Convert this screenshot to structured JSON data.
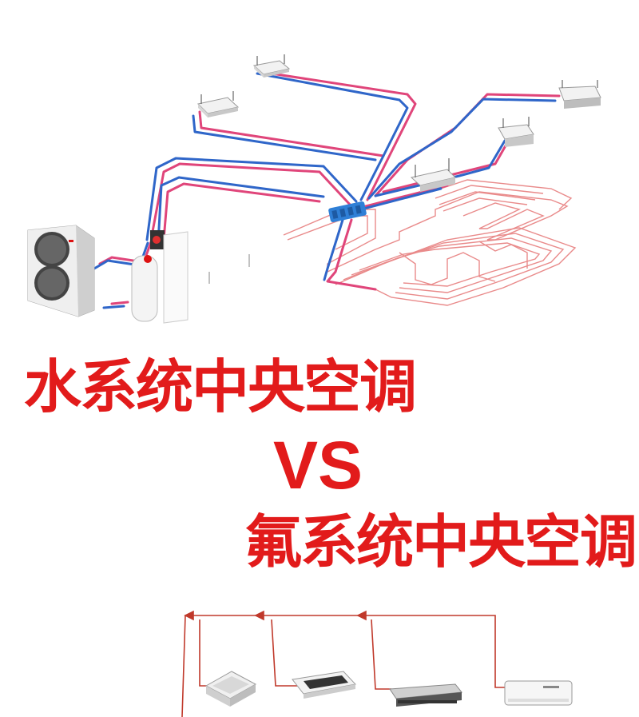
{
  "titles": {
    "water_system": "水系统中央空调",
    "vs": "VS",
    "fluorine_system": "氟系统中央空调"
  },
  "colors": {
    "title_red": "#e21b1b",
    "hot_pipe": "#e0457a",
    "cold_pipe": "#2f66c9",
    "floor_heating": "#e98a8a",
    "refrigerant_line": "#c0392b",
    "manifold": "#2f7fd6"
  },
  "icons": {
    "outdoor_unit": "outdoor-unit-icon",
    "water_tank": "water-tank-icon",
    "ceiling_unit": "ceiling-unit-icon",
    "cassette_unit": "cassette-unit-icon",
    "duct_unit": "duct-unit-icon",
    "wall_split": "wall-split-icon"
  }
}
